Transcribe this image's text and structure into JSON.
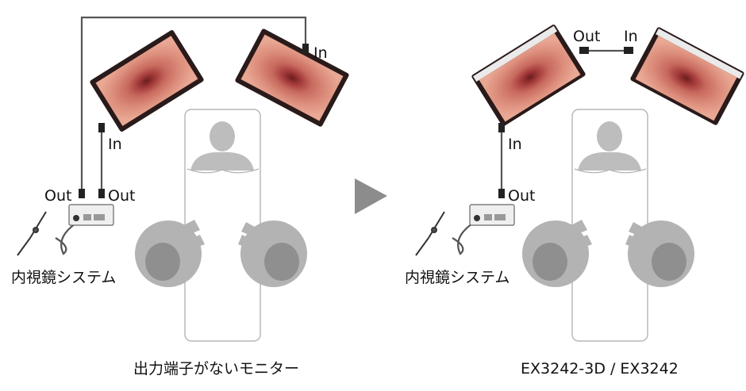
{
  "left_panel": {
    "caption": "出力端子がないモニター",
    "system_label": "内視鏡システム",
    "ports": {
      "out_a": "Out",
      "out_b": "Out",
      "in_left_monitor": "In",
      "in_right_monitor": "In"
    }
  },
  "right_panel": {
    "caption": "EX3242-3D / EX3242",
    "system_label": "内視鏡システム",
    "ports": {
      "out_system": "Out",
      "in_left_monitor": "In",
      "out_monitor_link": "Out",
      "in_monitor_link": "In"
    }
  },
  "arrow_icon": "play-triangle-icon",
  "colors": {
    "monitor_bezel_dark": "#2a1a1a",
    "monitor_bezel_light": "#e6e6e6",
    "screen_pink": "#d9877a",
    "person": "#b8b8b8",
    "cable": "#444444",
    "arrow": "#8c8c8c"
  }
}
